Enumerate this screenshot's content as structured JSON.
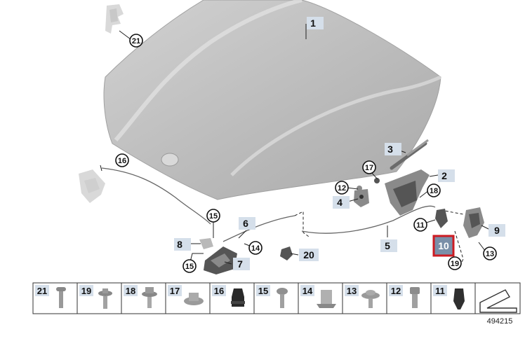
{
  "callouts": {
    "c1": "1",
    "c2": "2",
    "c3": "3",
    "c4": "4",
    "c5": "5",
    "c6": "6",
    "c7": "7",
    "c8": "8",
    "c9": "9",
    "c10": "10",
    "c11": "11",
    "c12": "12",
    "c13": "13",
    "c14": "14",
    "c15a": "15",
    "c15b": "15",
    "c16": "16",
    "c17": "17",
    "c18": "18",
    "c19": "19",
    "c20": "20",
    "c21": "21"
  },
  "highlighted_callout": "10",
  "strip": {
    "items": [
      {
        "label": "21",
        "icon": "screw-long-icon"
      },
      {
        "label": "19",
        "icon": "flange-screw-icon"
      },
      {
        "label": "18",
        "icon": "hex-flange-bolt-icon"
      },
      {
        "label": "17",
        "icon": "hex-nut-washer-icon"
      },
      {
        "label": "16",
        "icon": "rubber-buffer-icon"
      },
      {
        "label": "15",
        "icon": "torx-screw-icon"
      },
      {
        "label": "14",
        "icon": "clip-nut-icon"
      },
      {
        "label": "13",
        "icon": "phillips-screw-washer-icon"
      },
      {
        "label": "12",
        "icon": "bolt-icon"
      },
      {
        "label": "11",
        "icon": "plug-clip-icon"
      }
    ],
    "arrow_icon": "direction-arrow-icon"
  },
  "diagram_number": "494215",
  "colors": {
    "callout_bg": "#d5dfea",
    "highlight_border": "#cc1b22",
    "highlight_fill": "#7a8fa8"
  }
}
